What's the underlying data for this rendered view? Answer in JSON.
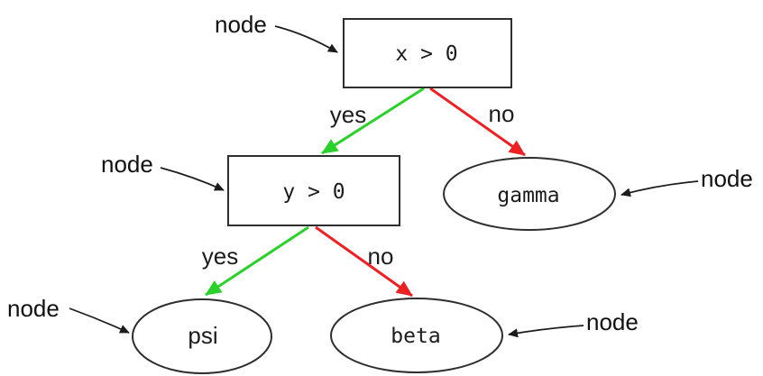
{
  "diagram": {
    "type": "decision-tree",
    "nodes": [
      {
        "id": "cond-x",
        "shape": "rect",
        "label": "x > 0"
      },
      {
        "id": "cond-y",
        "shape": "rect",
        "label": "y > 0"
      },
      {
        "id": "gamma",
        "shape": "ellipse",
        "label": "gamma"
      },
      {
        "id": "psi",
        "shape": "ellipse",
        "label": "psi"
      },
      {
        "id": "beta",
        "shape": "ellipse",
        "label": "beta"
      }
    ],
    "edges": [
      {
        "from": "x > 0",
        "to": "y > 0",
        "label": "yes",
        "color": "#2bd12b"
      },
      {
        "from": "x > 0",
        "to": "gamma",
        "label": "no",
        "color": "#ed2124"
      },
      {
        "from": "y > 0",
        "to": "psi",
        "label": "yes",
        "color": "#2bd12b"
      },
      {
        "from": "y > 0",
        "to": "beta",
        "label": "no",
        "color": "#ed2124"
      }
    ],
    "annotations": [
      {
        "label": "node",
        "target": "x > 0"
      },
      {
        "label": "node",
        "target": "y > 0"
      },
      {
        "label": "node",
        "target": "gamma"
      },
      {
        "label": "node",
        "target": "psi"
      },
      {
        "label": "node",
        "target": "beta"
      }
    ],
    "colors": {
      "yes_edge": "#2bd12b",
      "no_edge": "#ed2124",
      "outline": "#2e2e2e",
      "annotation": "#1c1c1c",
      "background": "#ffffff"
    }
  }
}
